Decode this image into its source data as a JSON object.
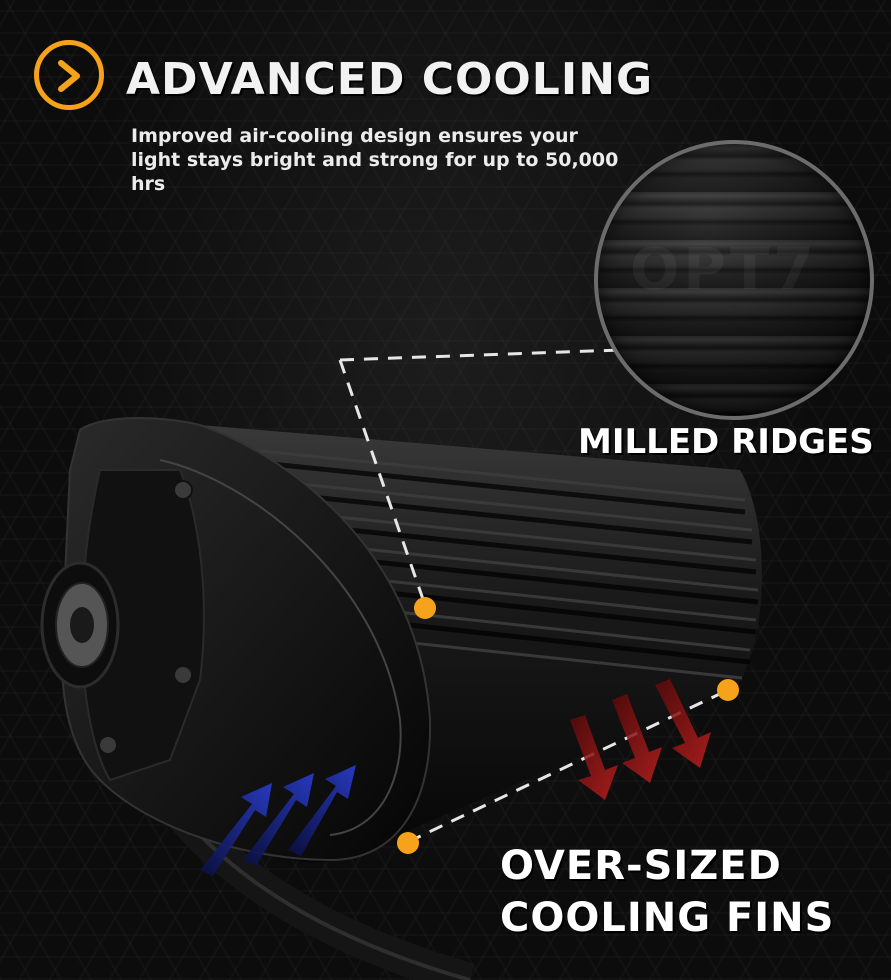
{
  "header": {
    "title": "ADVANCED COOLING",
    "subtitle": "Improved air-cooling design ensures your light stays bright and strong for up to 50,000 hrs",
    "icon": "chevron-right-icon"
  },
  "callouts": {
    "ridges_label": "MILLED RIDGES",
    "fins_label_line1": "OVER-SIZED",
    "fins_label_line2": "COOLING FINS"
  },
  "watermark": "OPT7",
  "colors": {
    "accent": "#f7a21b",
    "text": "#ffffff",
    "hot_air": "#9a1b1b",
    "cool_air": "#1d2fa8"
  }
}
